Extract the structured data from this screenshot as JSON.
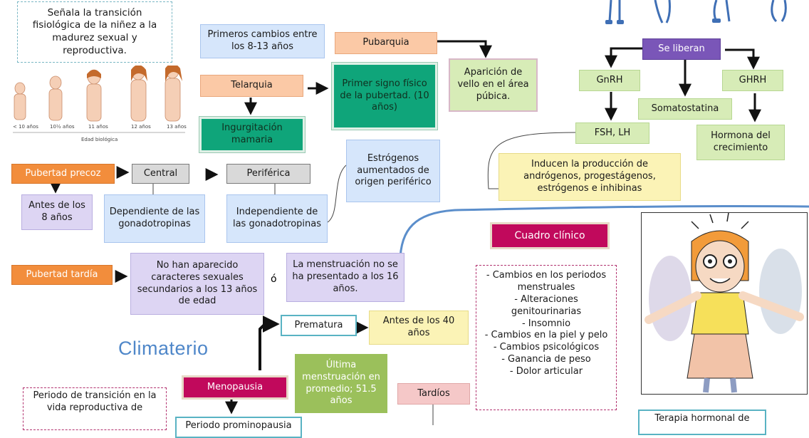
{
  "definition": "Señala la transición fisiológica de la niñez a la madurez sexual y reproductiva.",
  "age_axis": {
    "ticks": [
      "< 10 años",
      "10½ años",
      "11 años",
      "12 años",
      "13 años"
    ],
    "label": "Edad biológica"
  },
  "primeros_cambios": "Primeros cambios entre los 8-13 años",
  "pubarquia": "Pubarquia",
  "aparicion_vello": "Aparición de vello en el área púbica.",
  "telarquia": "Telarquia",
  "primer_signo": "Primer signo físico de la pubertad. (10 años)",
  "ingurgitacion": "Ingurgitación mamaria",
  "se_liberan": "Se liberan",
  "gnrh": "GnRH",
  "somatostatina": "Somatostatina",
  "ghrh": "GHRH",
  "fsh_lh": "FSH, LH",
  "hormona_crecimiento": "Hormona del crecimiento",
  "inducen": "Inducen la producción de andrógenos, progestágenos, estrógenos e inhibinas",
  "estrogenos": "Estrógenos aumentados de origen periférico",
  "pubertad_precoz": "Pubertad precoz",
  "central": "Central",
  "periferica": "Periférica",
  "antes_8": "Antes de los 8 años",
  "dependiente": "Dependiente de las gonadotropinas",
  "independiente": "Independiente de las gonadotropinas",
  "pubertad_tardia": "Pubertad tardía",
  "no_aparecido": "No han aparecido caracteres sexuales secundarios a los 13 años de edad",
  "o_label": "ó",
  "menstruacion_16": "La menstruación no se ha presentado a los 16 años.",
  "cuadro_clinico": "Cuadro clínico",
  "cuadro_items": [
    "-  Cambios en los periodos menstruales",
    "-  Alteraciones genitourinarias",
    "-  Insomnio",
    "-  Cambios en la piel y pelo",
    "-  Cambios psicológicos",
    "-  Ganancia de peso",
    "-  Dolor articular"
  ],
  "prematura": "Prematura",
  "antes_40": "Antes de los 40 años",
  "climaterio": "Climaterio",
  "ultima_menstruacion": "Última menstruación en promedio; 51.5 años",
  "menopausia": "Menopausia",
  "tardios": "Tardíos",
  "periodo_transicion": "Periodo de transición en la vida reproductiva de",
  "periodo_bottom": "Periodo prominopausia",
  "terapia": "Terapia hormonal de"
}
